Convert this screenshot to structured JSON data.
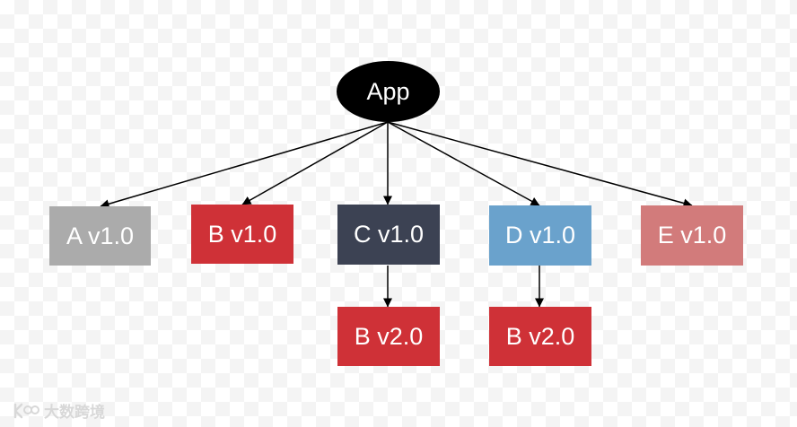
{
  "diagram": {
    "root": {
      "label": "App",
      "color": "#000000"
    },
    "dependencies": [
      {
        "id": "a",
        "label": "A v1.0",
        "color": "#ababab"
      },
      {
        "id": "b",
        "label": "B v1.0",
        "color": "#cf3137"
      },
      {
        "id": "c",
        "label": "C v1.0",
        "color": "#3c4253"
      },
      {
        "id": "d",
        "label": "D v1.0",
        "color": "#6aa2cc"
      },
      {
        "id": "e",
        "label": "E v1.0",
        "color": "#d27b7b"
      }
    ],
    "transitive": [
      {
        "id": "c-b",
        "parent": "c",
        "label": "B v2.0",
        "color": "#cf3137"
      },
      {
        "id": "d-b",
        "parent": "d",
        "label": "B v2.0",
        "color": "#cf3137"
      }
    ],
    "edge_color": "#000000"
  },
  "watermark": {
    "text": "大数跨境",
    "icon": "watermark-logo-icon"
  }
}
